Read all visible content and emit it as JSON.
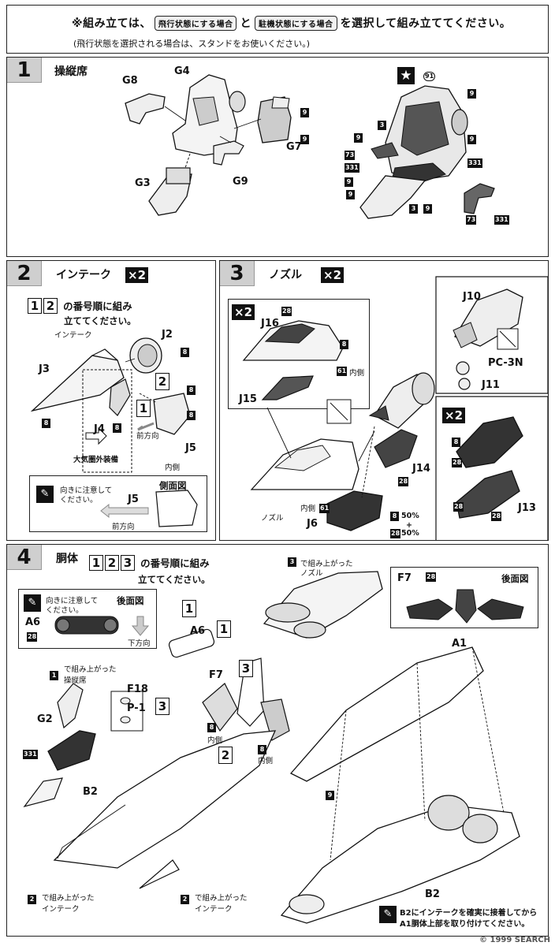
{
  "header": {
    "line1_pre": "※組み立ては、",
    "flight_pill": "飛行状態にする場合",
    "line1_mid": "と",
    "parked_pill": "駐機状態にする場合",
    "line1_post": "を選択して組み立ててください。",
    "line2": "(飛行状態を選択される場合は、スタンドをお使いください。)"
  },
  "step1": {
    "number": "1",
    "title": "操縦席",
    "labels": [
      "G8",
      "G4",
      "G7",
      "G9",
      "G3"
    ],
    "codes_left": [
      "9",
      "9"
    ],
    "star_codes": [
      "91",
      "9",
      "3",
      "9",
      "9",
      "331",
      "73",
      "331",
      "9",
      "3",
      "9",
      "9",
      "73",
      "331"
    ]
  },
  "step2": {
    "number": "2",
    "title": "インテーク",
    "multiplier": "×2",
    "order_nums": [
      "1",
      "2"
    ],
    "order_text1": "の番号順に組み",
    "order_text2": "立ててください。",
    "intake_small": "インテーク",
    "labels": [
      "J2",
      "J3",
      "J4",
      "J5"
    ],
    "codes": [
      "8",
      "8",
      "8",
      "8",
      "8"
    ],
    "box_nums": [
      "2",
      "1"
    ],
    "equip": "大気圏外装備",
    "front": "前方向",
    "inside": "内側",
    "callout_text1": "向きに注意して",
    "callout_text2": "ください。",
    "callout_label": "J5",
    "callout_front": "前方向",
    "side_view": "側面図"
  },
  "step3": {
    "number": "3",
    "title": "ノズル",
    "multiplier": "×2",
    "sub_multiplier": "×2",
    "labels": [
      "J16",
      "J15",
      "J14",
      "J6",
      "J10",
      "J11",
      "PC-3N",
      "J13"
    ],
    "codes": [
      "28",
      "8",
      "61",
      "28",
      "61",
      "8",
      "28",
      "28",
      "28"
    ],
    "inside": "内側",
    "inside2": "内側",
    "nozzle_small": "ノズル",
    "mix1": "50%",
    "plus": "+",
    "mix2": "50%",
    "mix_code1": "8",
    "mix_code2": "28",
    "sub_multiplier2": "×2"
  },
  "step4": {
    "number": "4",
    "title": "胴体",
    "order_nums": [
      "1",
      "2",
      "3"
    ],
    "order_text1": "の番号順に組み",
    "order_text2": "立ててください。",
    "nozzle_note_code": "3",
    "nozzle_note1": "で組み上がった",
    "nozzle_note2": "ノズル",
    "callout_text1": "向きに注意して",
    "callout_text2": "ください。",
    "rear_view": "後面図",
    "a6_label": "A6",
    "a6_code": "28",
    "down": "下方向",
    "rear_view2": "後面図",
    "f7_label": "F7",
    "f7_code": "28",
    "labels": [
      "A6",
      "F7",
      "F18",
      "P-1",
      "G2",
      "B2",
      "A1",
      "B2"
    ],
    "codes": [
      "8",
      "8",
      "331",
      "9"
    ],
    "inside": "内側",
    "inside2": "内側",
    "cockpit_code": "1",
    "cockpit_note1": "で組み上がった",
    "cockpit_note2": "操縦席",
    "intake_code1": "2",
    "intake_note1a": "で組み上がった",
    "intake_note1b": "インテーク",
    "intake_code2": "2",
    "intake_note2a": "で組み上がった",
    "intake_note2b": "インテーク",
    "box_nums": [
      "1",
      "1",
      "3",
      "3",
      "2"
    ],
    "final_note1": "B2にインテークを確実に接着してから",
    "final_note2": "A1胴体上部を取り付けてください。"
  },
  "watermark": "© 1999 SEARCH"
}
